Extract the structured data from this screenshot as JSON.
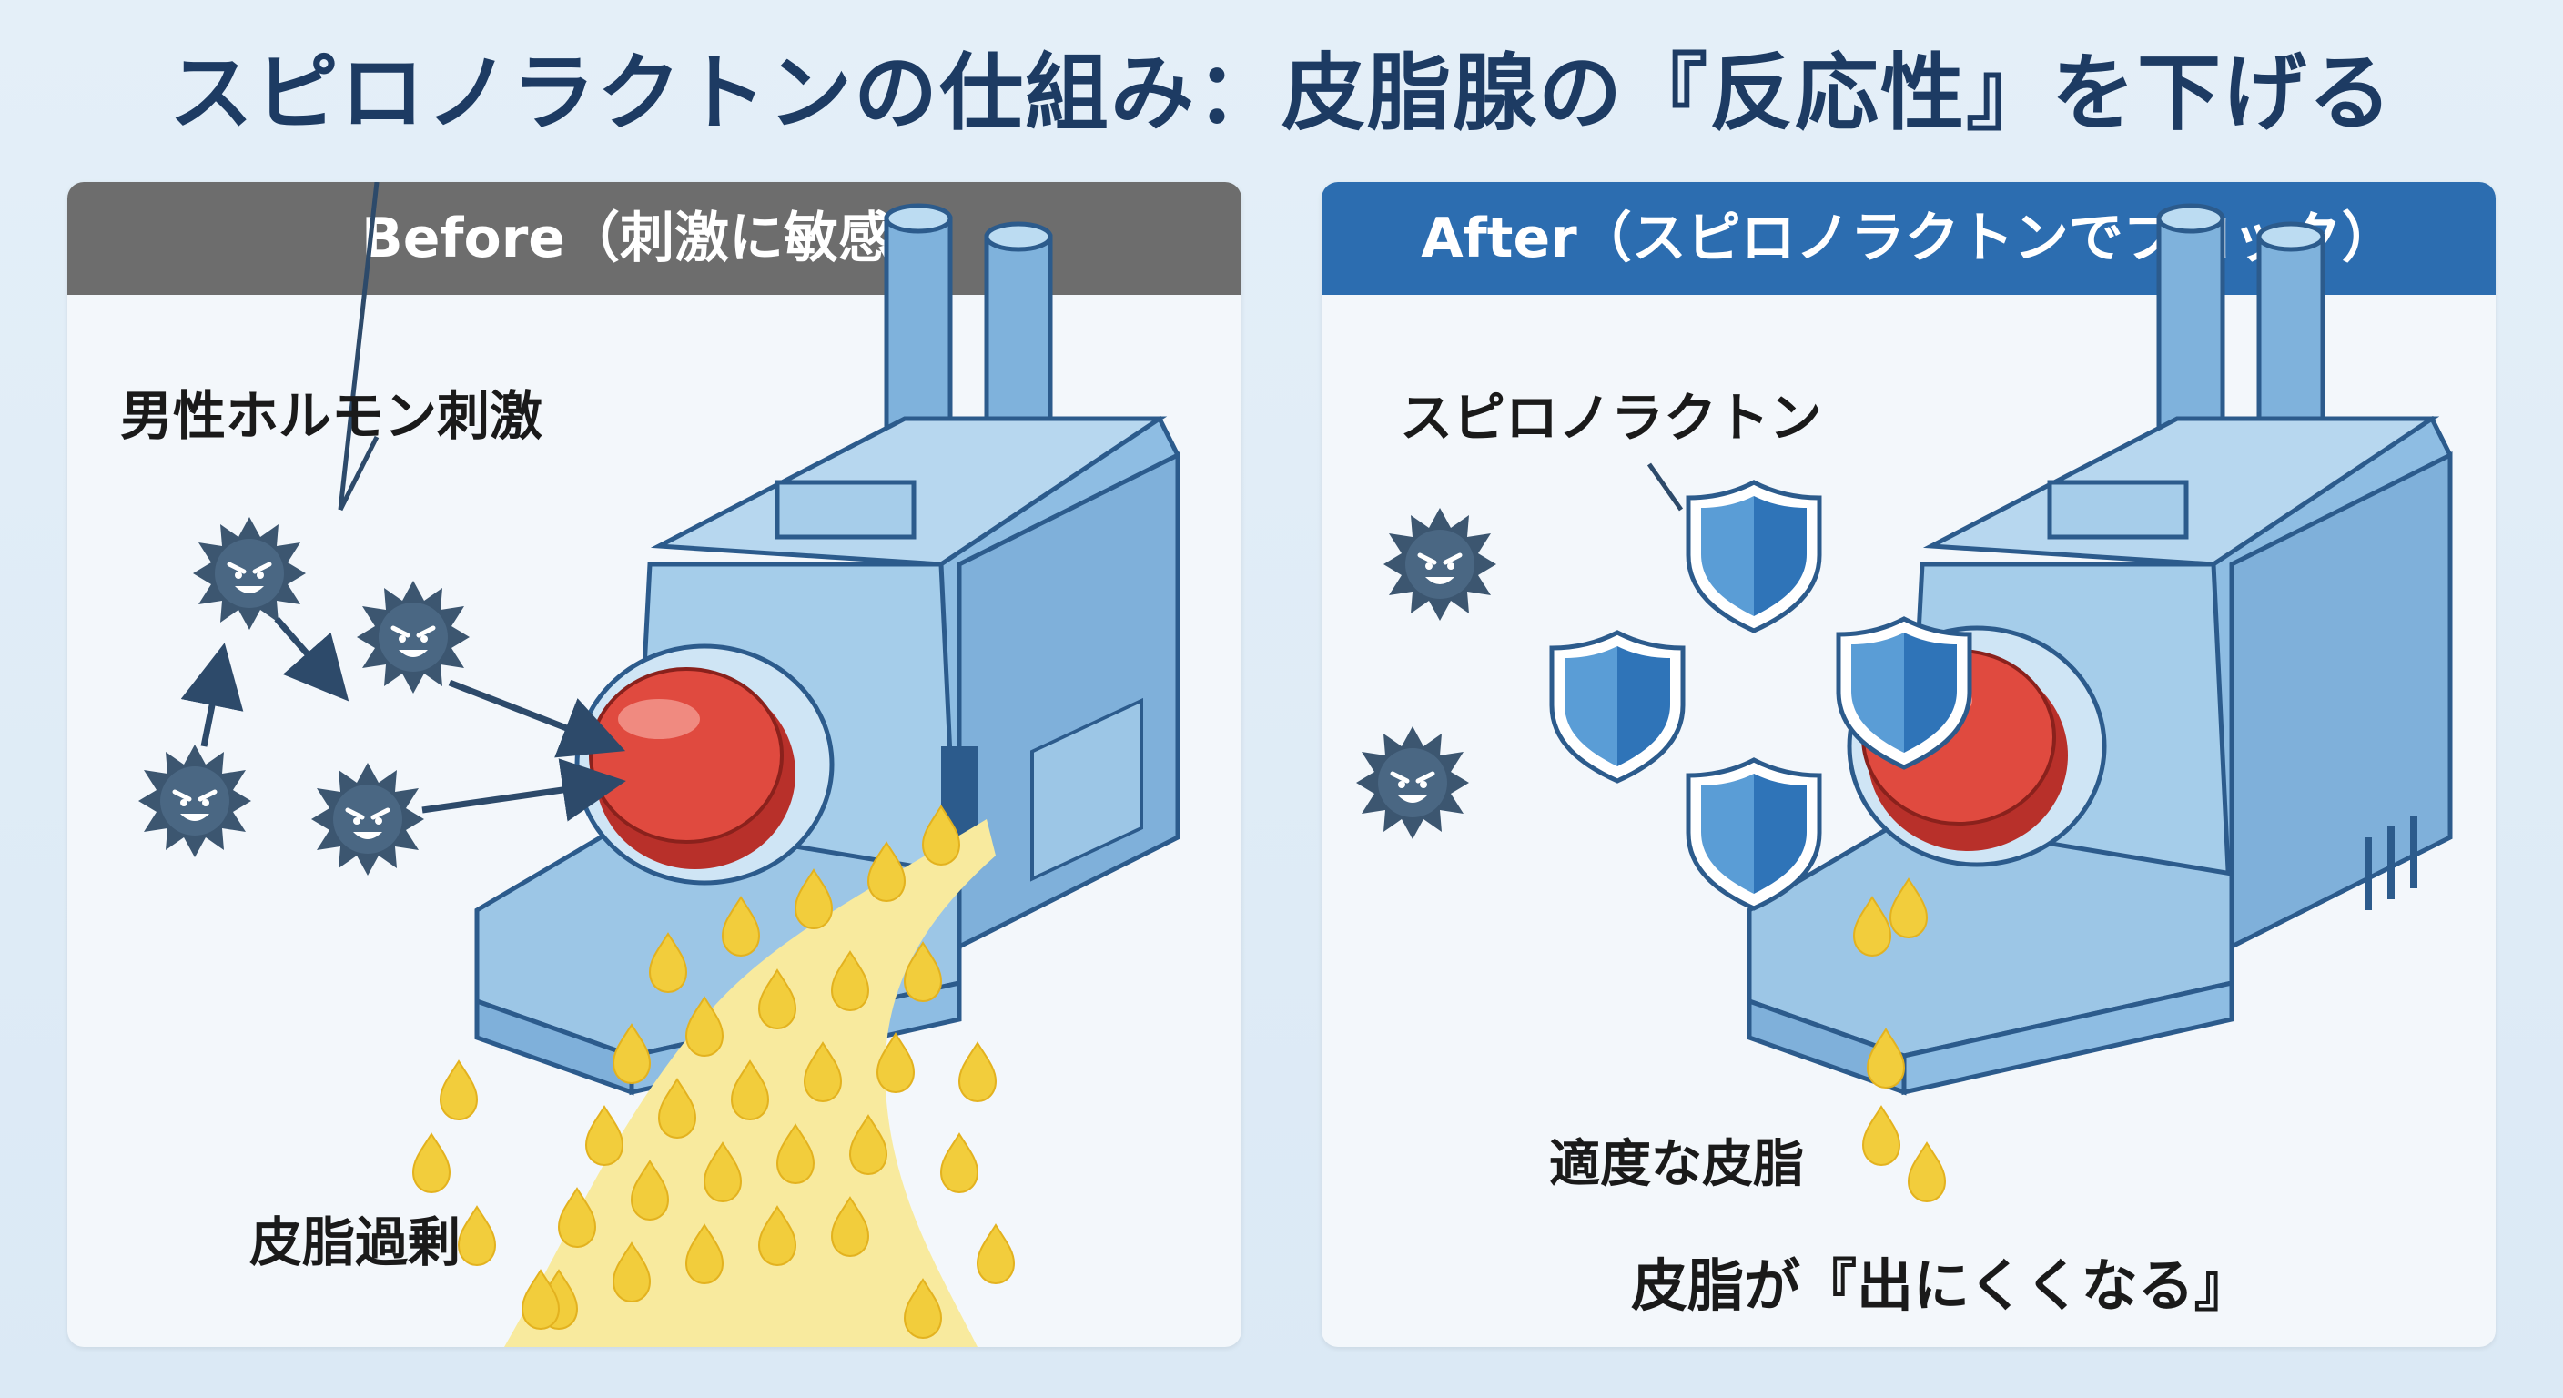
{
  "title": "スピロノラクトンの仕組み：皮脂腺の『反応性』を下げる",
  "before": {
    "header": "Before（刺激に敏感）",
    "label_hormone": "男性ホルモン刺激",
    "label_excess": "皮脂過剰"
  },
  "after": {
    "header": "After（スピロノラクトンでブロック）",
    "label_drug": "スピロノラクトン",
    "label_moderate": "適度な皮脂",
    "label_result": "皮脂が『出にくくなる』"
  },
  "colors": {
    "title": "#1d3b63",
    "before_header": "#6d6d6d",
    "after_header": "#2c6db0",
    "machine": "#9cc6e6",
    "button_red": "#e04a3f",
    "oil": "#f2cd3c",
    "germ": "#3c5670",
    "shield": "#3f86c9"
  }
}
